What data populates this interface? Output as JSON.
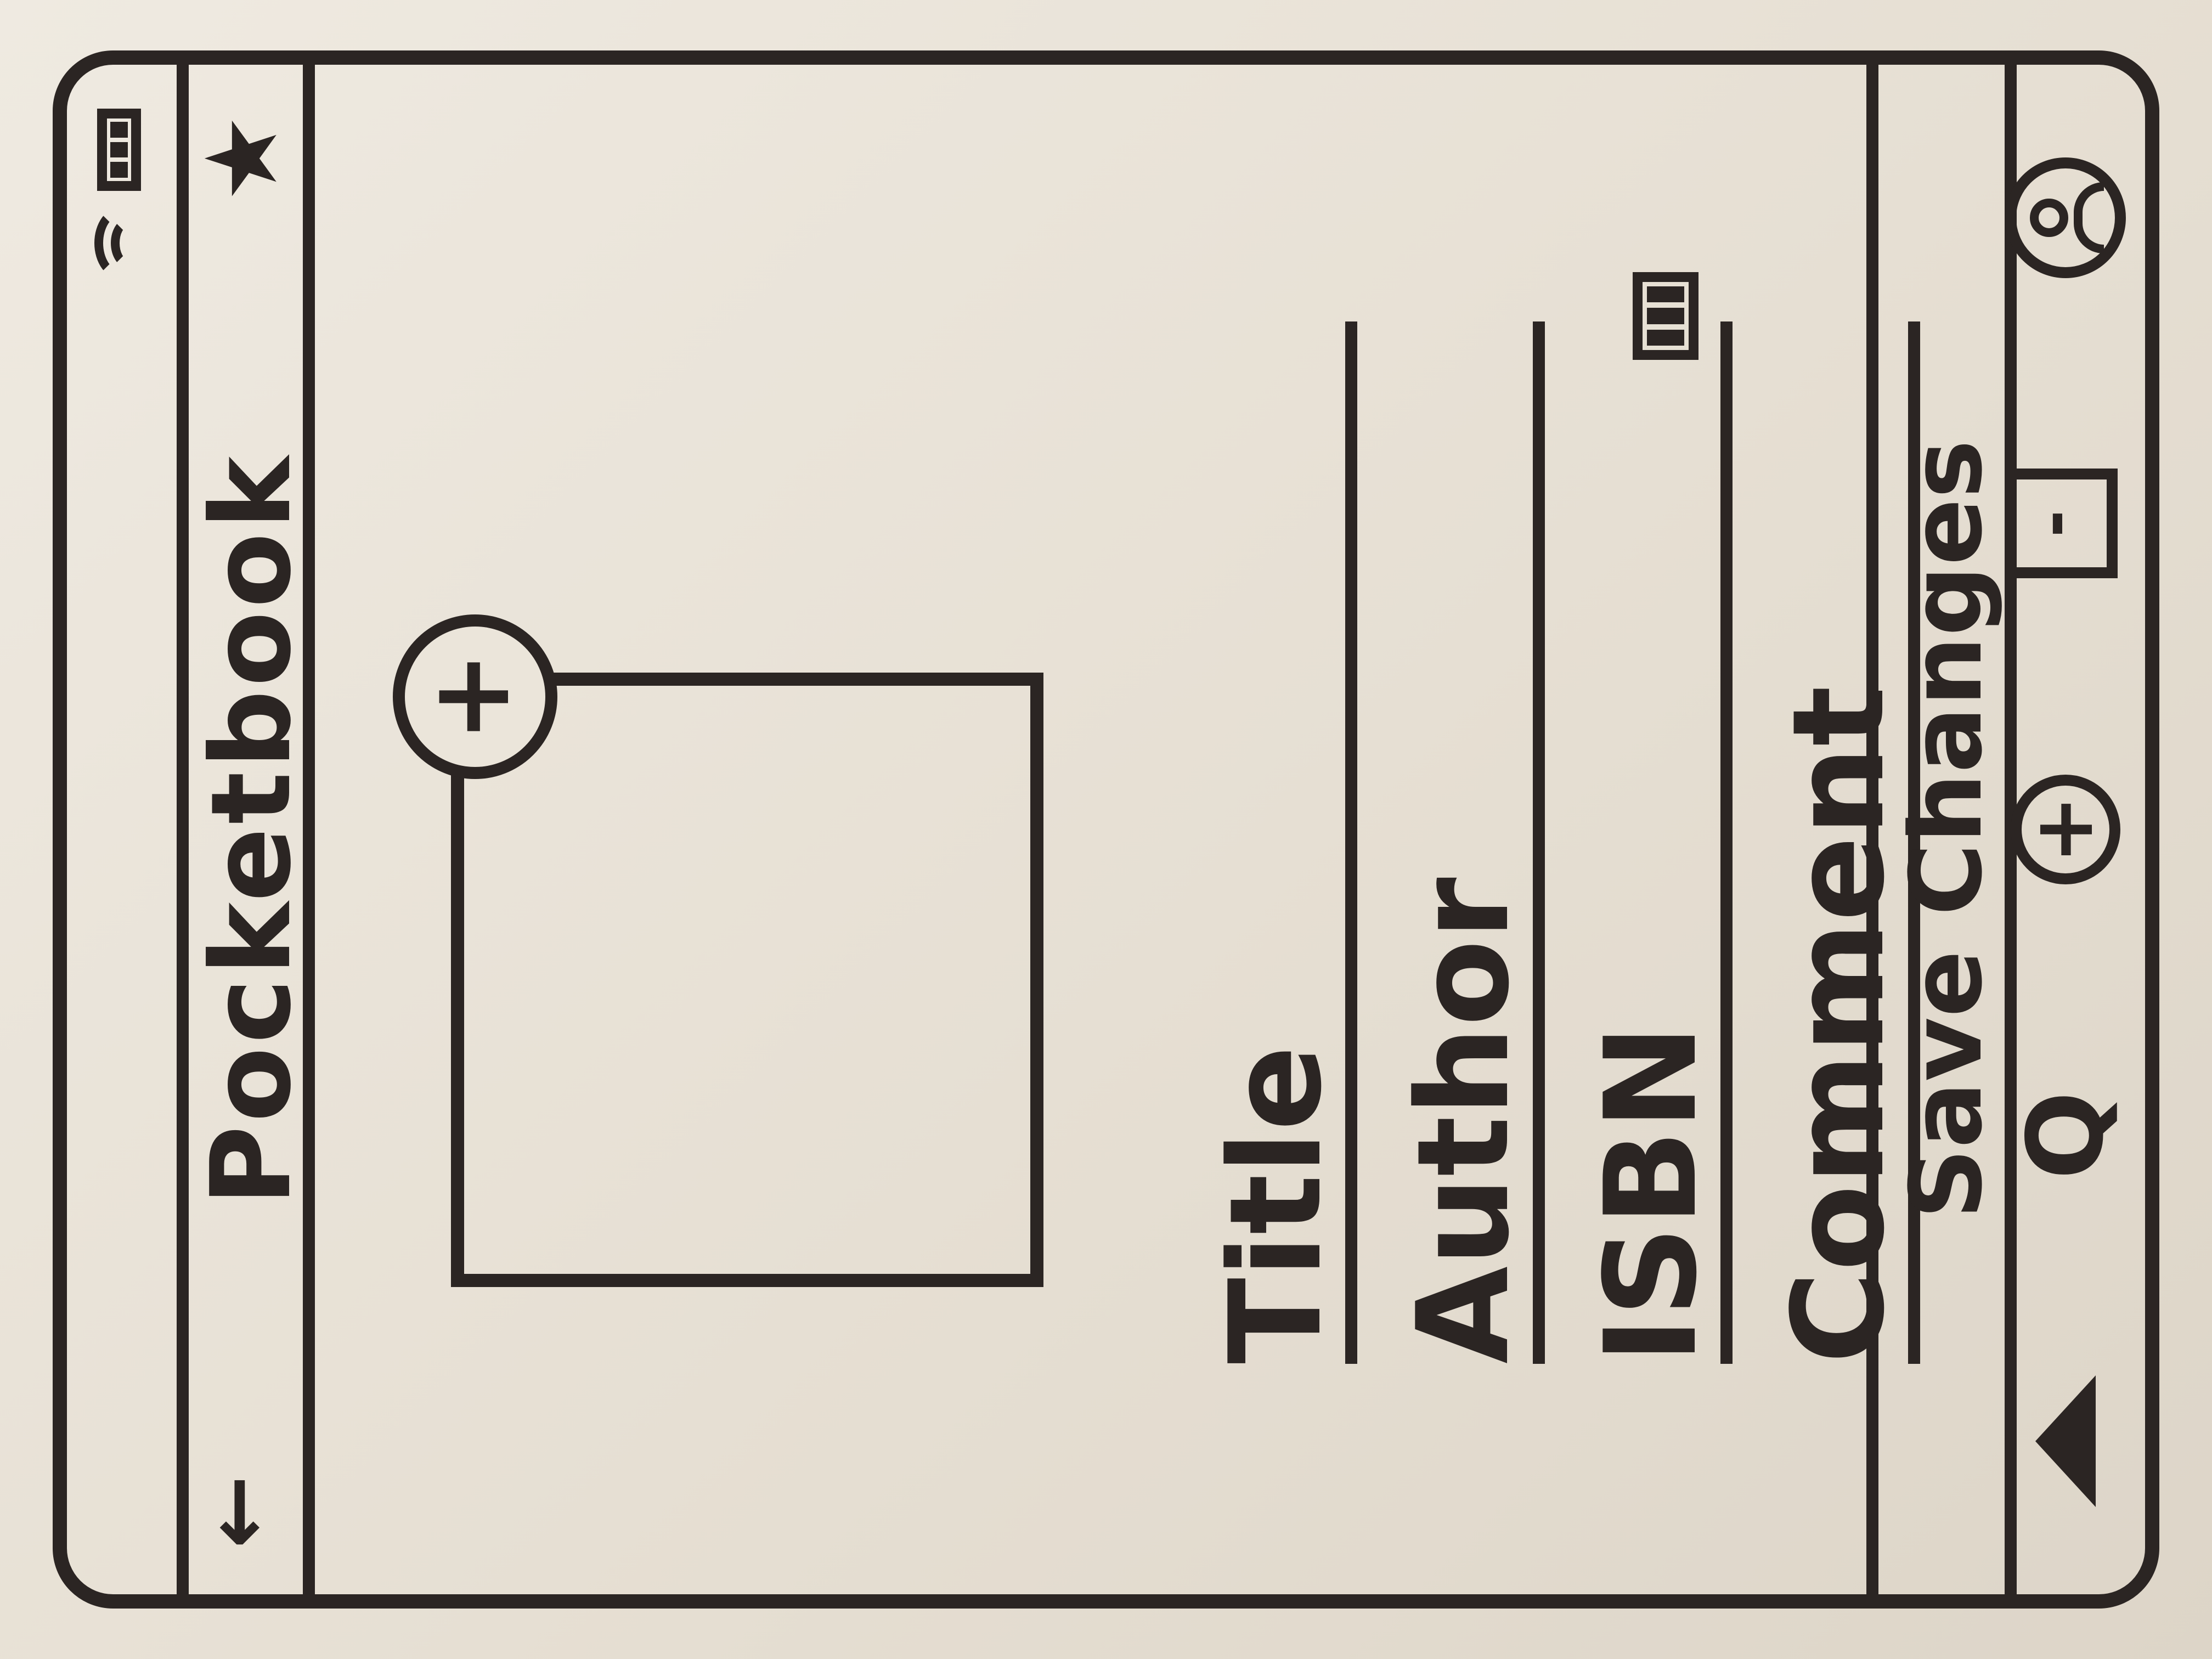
{
  "app_bar": {
    "title": "Pocketbook",
    "back_icon": "←",
    "star_icon": "★"
  },
  "cover": {
    "add_label": "+"
  },
  "form": {
    "fields": [
      {
        "label": "Title",
        "value": ""
      },
      {
        "label": "Author",
        "value": ""
      },
      {
        "label": "ISBN",
        "value": ""
      },
      {
        "label": "Comment",
        "value": ""
      }
    ]
  },
  "actions": {
    "save_label": "Save Changes"
  },
  "bottom_nav": {
    "search_label": "Q",
    "add_label": "+",
    "tray_label": "-"
  },
  "colors": {
    "ink": "#2b2523",
    "board": "#e9e3d8"
  },
  "icons": [
    "wifi-icon",
    "battery-icon",
    "back-arrow-icon",
    "star-icon",
    "add-photo-icon",
    "barcode-scan-icon",
    "home-icon",
    "search-icon",
    "add-icon",
    "inbox-icon",
    "profile-icon"
  ]
}
